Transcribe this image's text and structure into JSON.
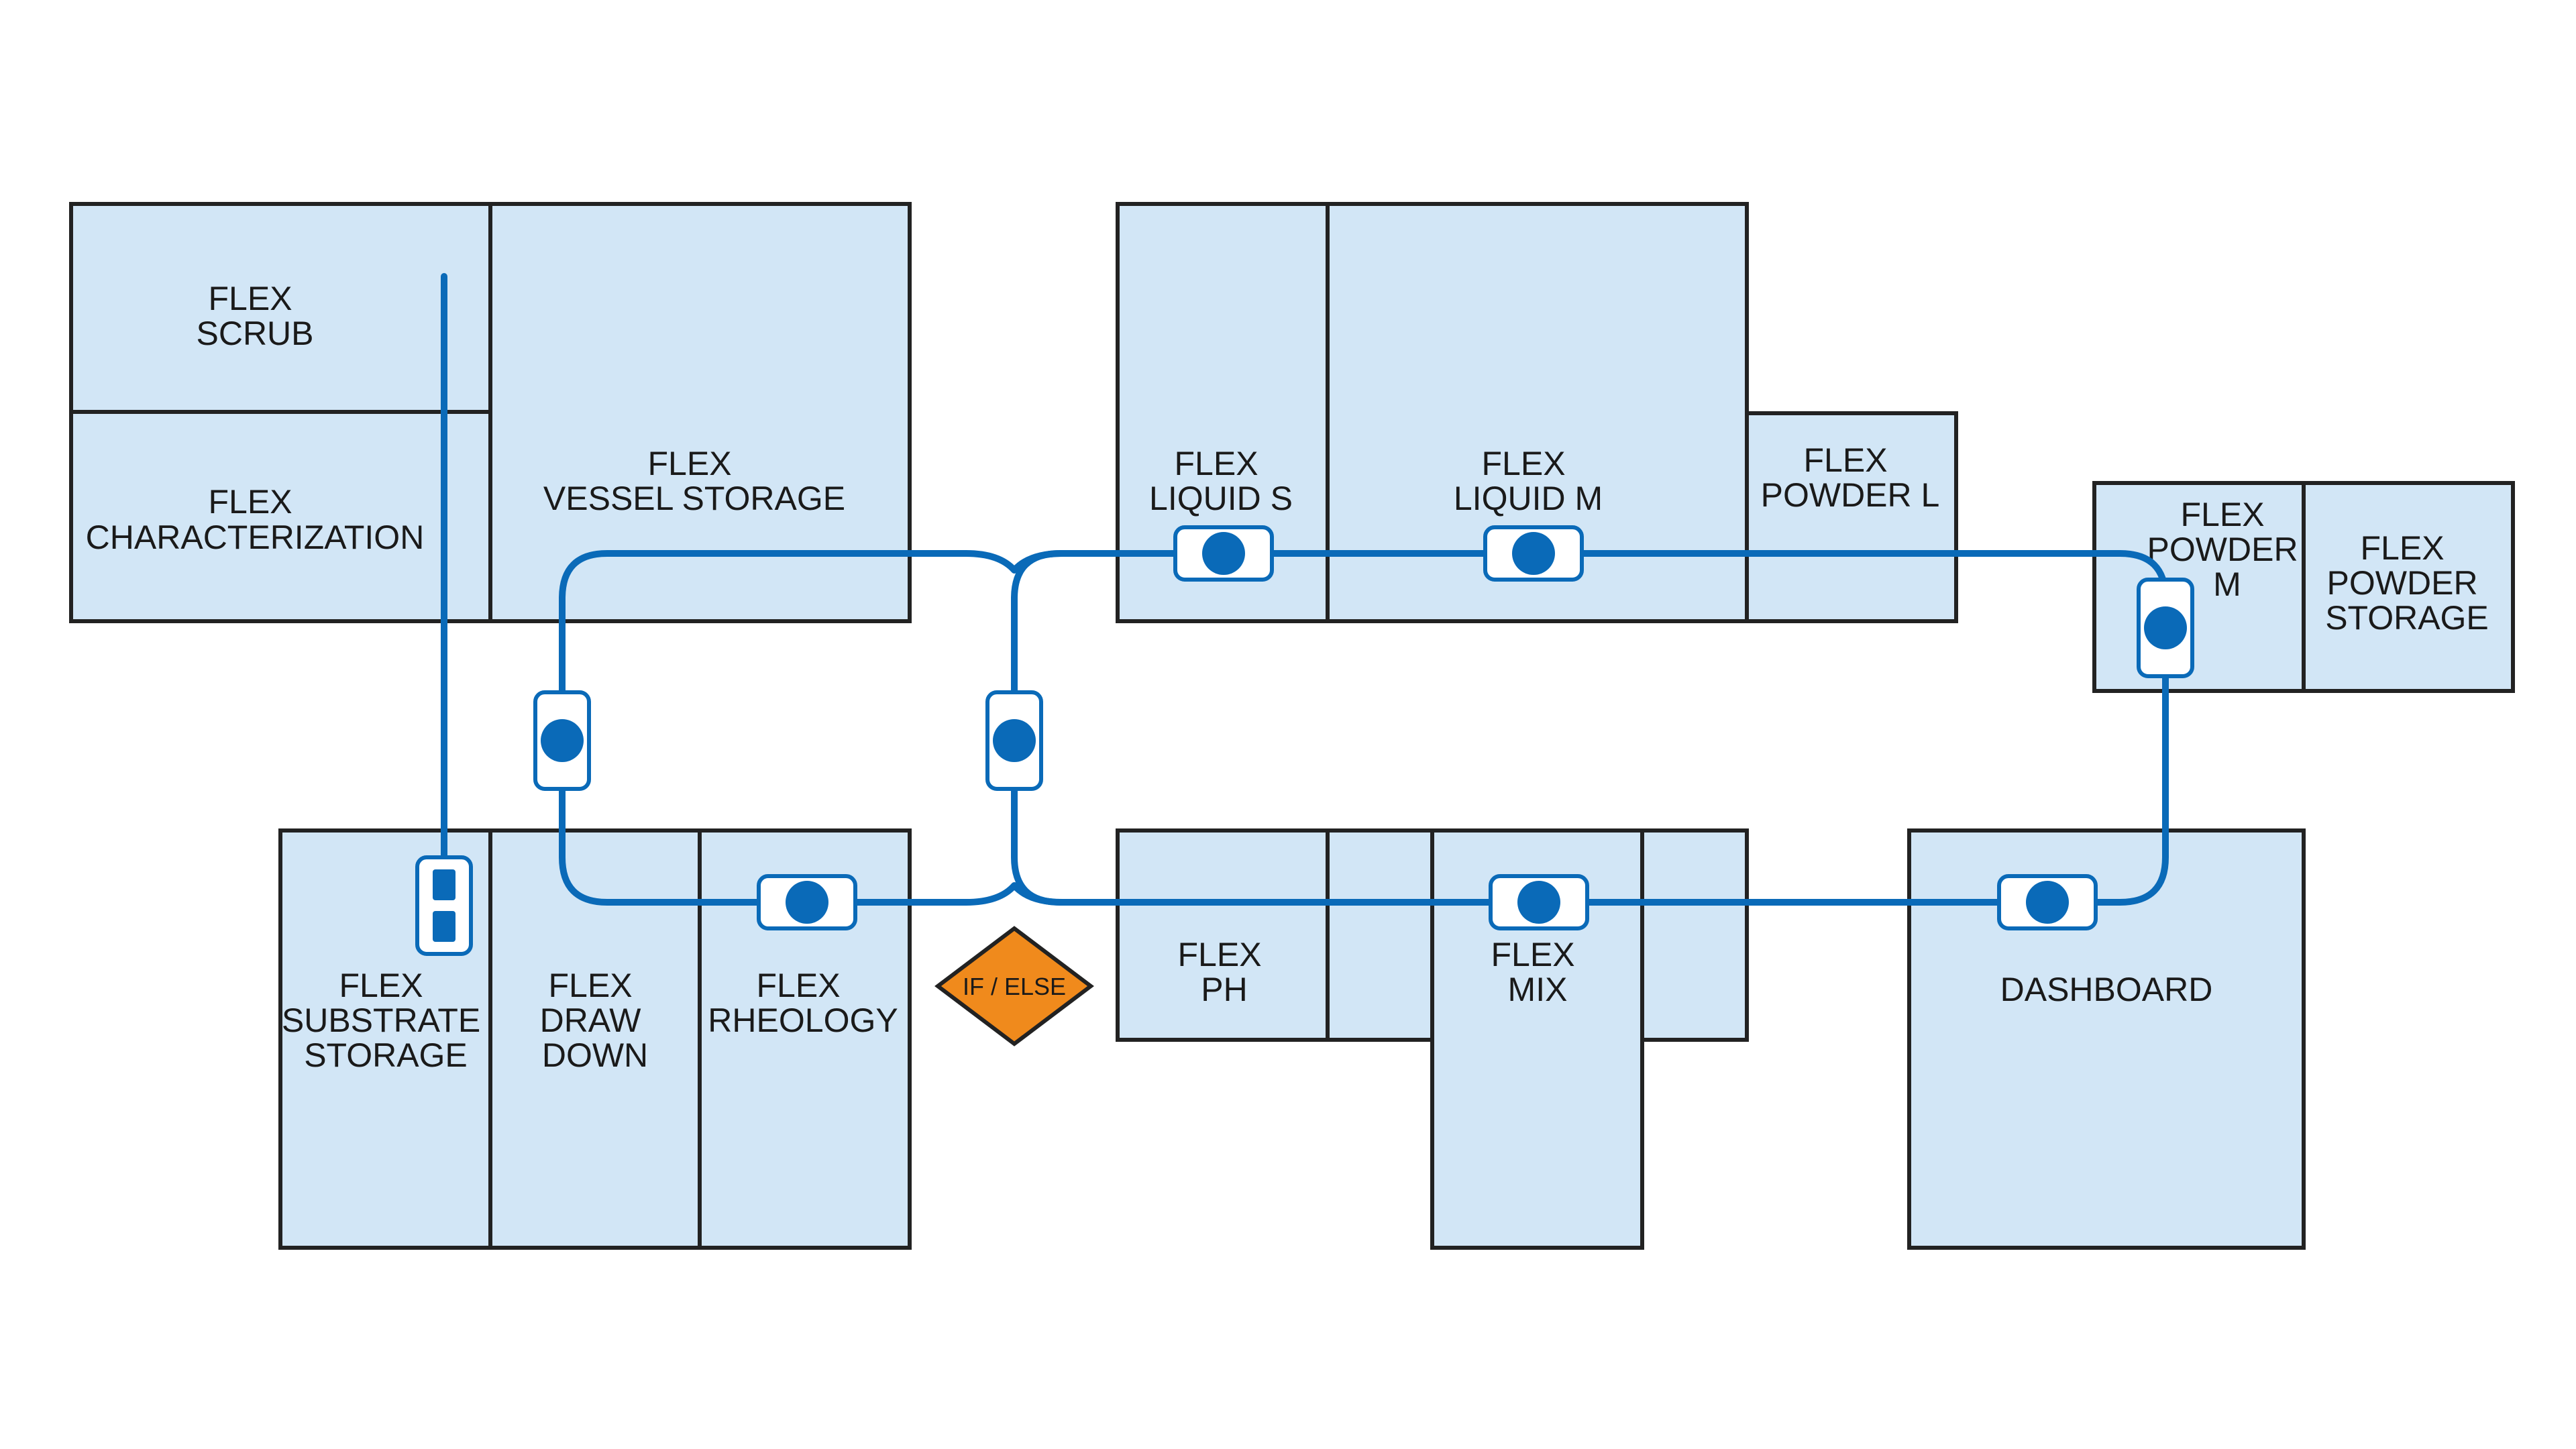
{
  "colors": {
    "module_fill": "#d2e6f6",
    "module_stroke": "#222222",
    "track": "#0a6ab8",
    "decision_fill": "#f08a1c"
  },
  "modules": {
    "scrub": [
      "FLEX",
      "SCRUB"
    ],
    "characterization": [
      "FLEX",
      "CHARACTERIZATION"
    ],
    "vessel_storage": [
      "FLEX",
      "VESSEL STORAGE"
    ],
    "liquid_s": [
      "FLEX",
      "LIQUID S"
    ],
    "liquid_m": [
      "FLEX",
      "LIQUID M"
    ],
    "powder_l": [
      "FLEX",
      "POWDER L"
    ],
    "powder_m": [
      "FLEX",
      "POWDER",
      "M"
    ],
    "powder_storage": [
      "FLEX",
      "POWDER",
      "STORAGE"
    ],
    "substrate_storage": [
      "FLEX",
      "SUBSTRATE",
      "STORAGE"
    ],
    "draw_down": [
      "FLEX",
      "DRAW",
      "DOWN"
    ],
    "rheology": [
      "FLEX",
      "RHEOLOGY"
    ],
    "ph": [
      "FLEX",
      "PH"
    ],
    "mix": [
      "FLEX",
      "MIX"
    ],
    "dashboard": [
      "DASHBOARD"
    ]
  },
  "decision": {
    "label": "IF / ELSE"
  }
}
